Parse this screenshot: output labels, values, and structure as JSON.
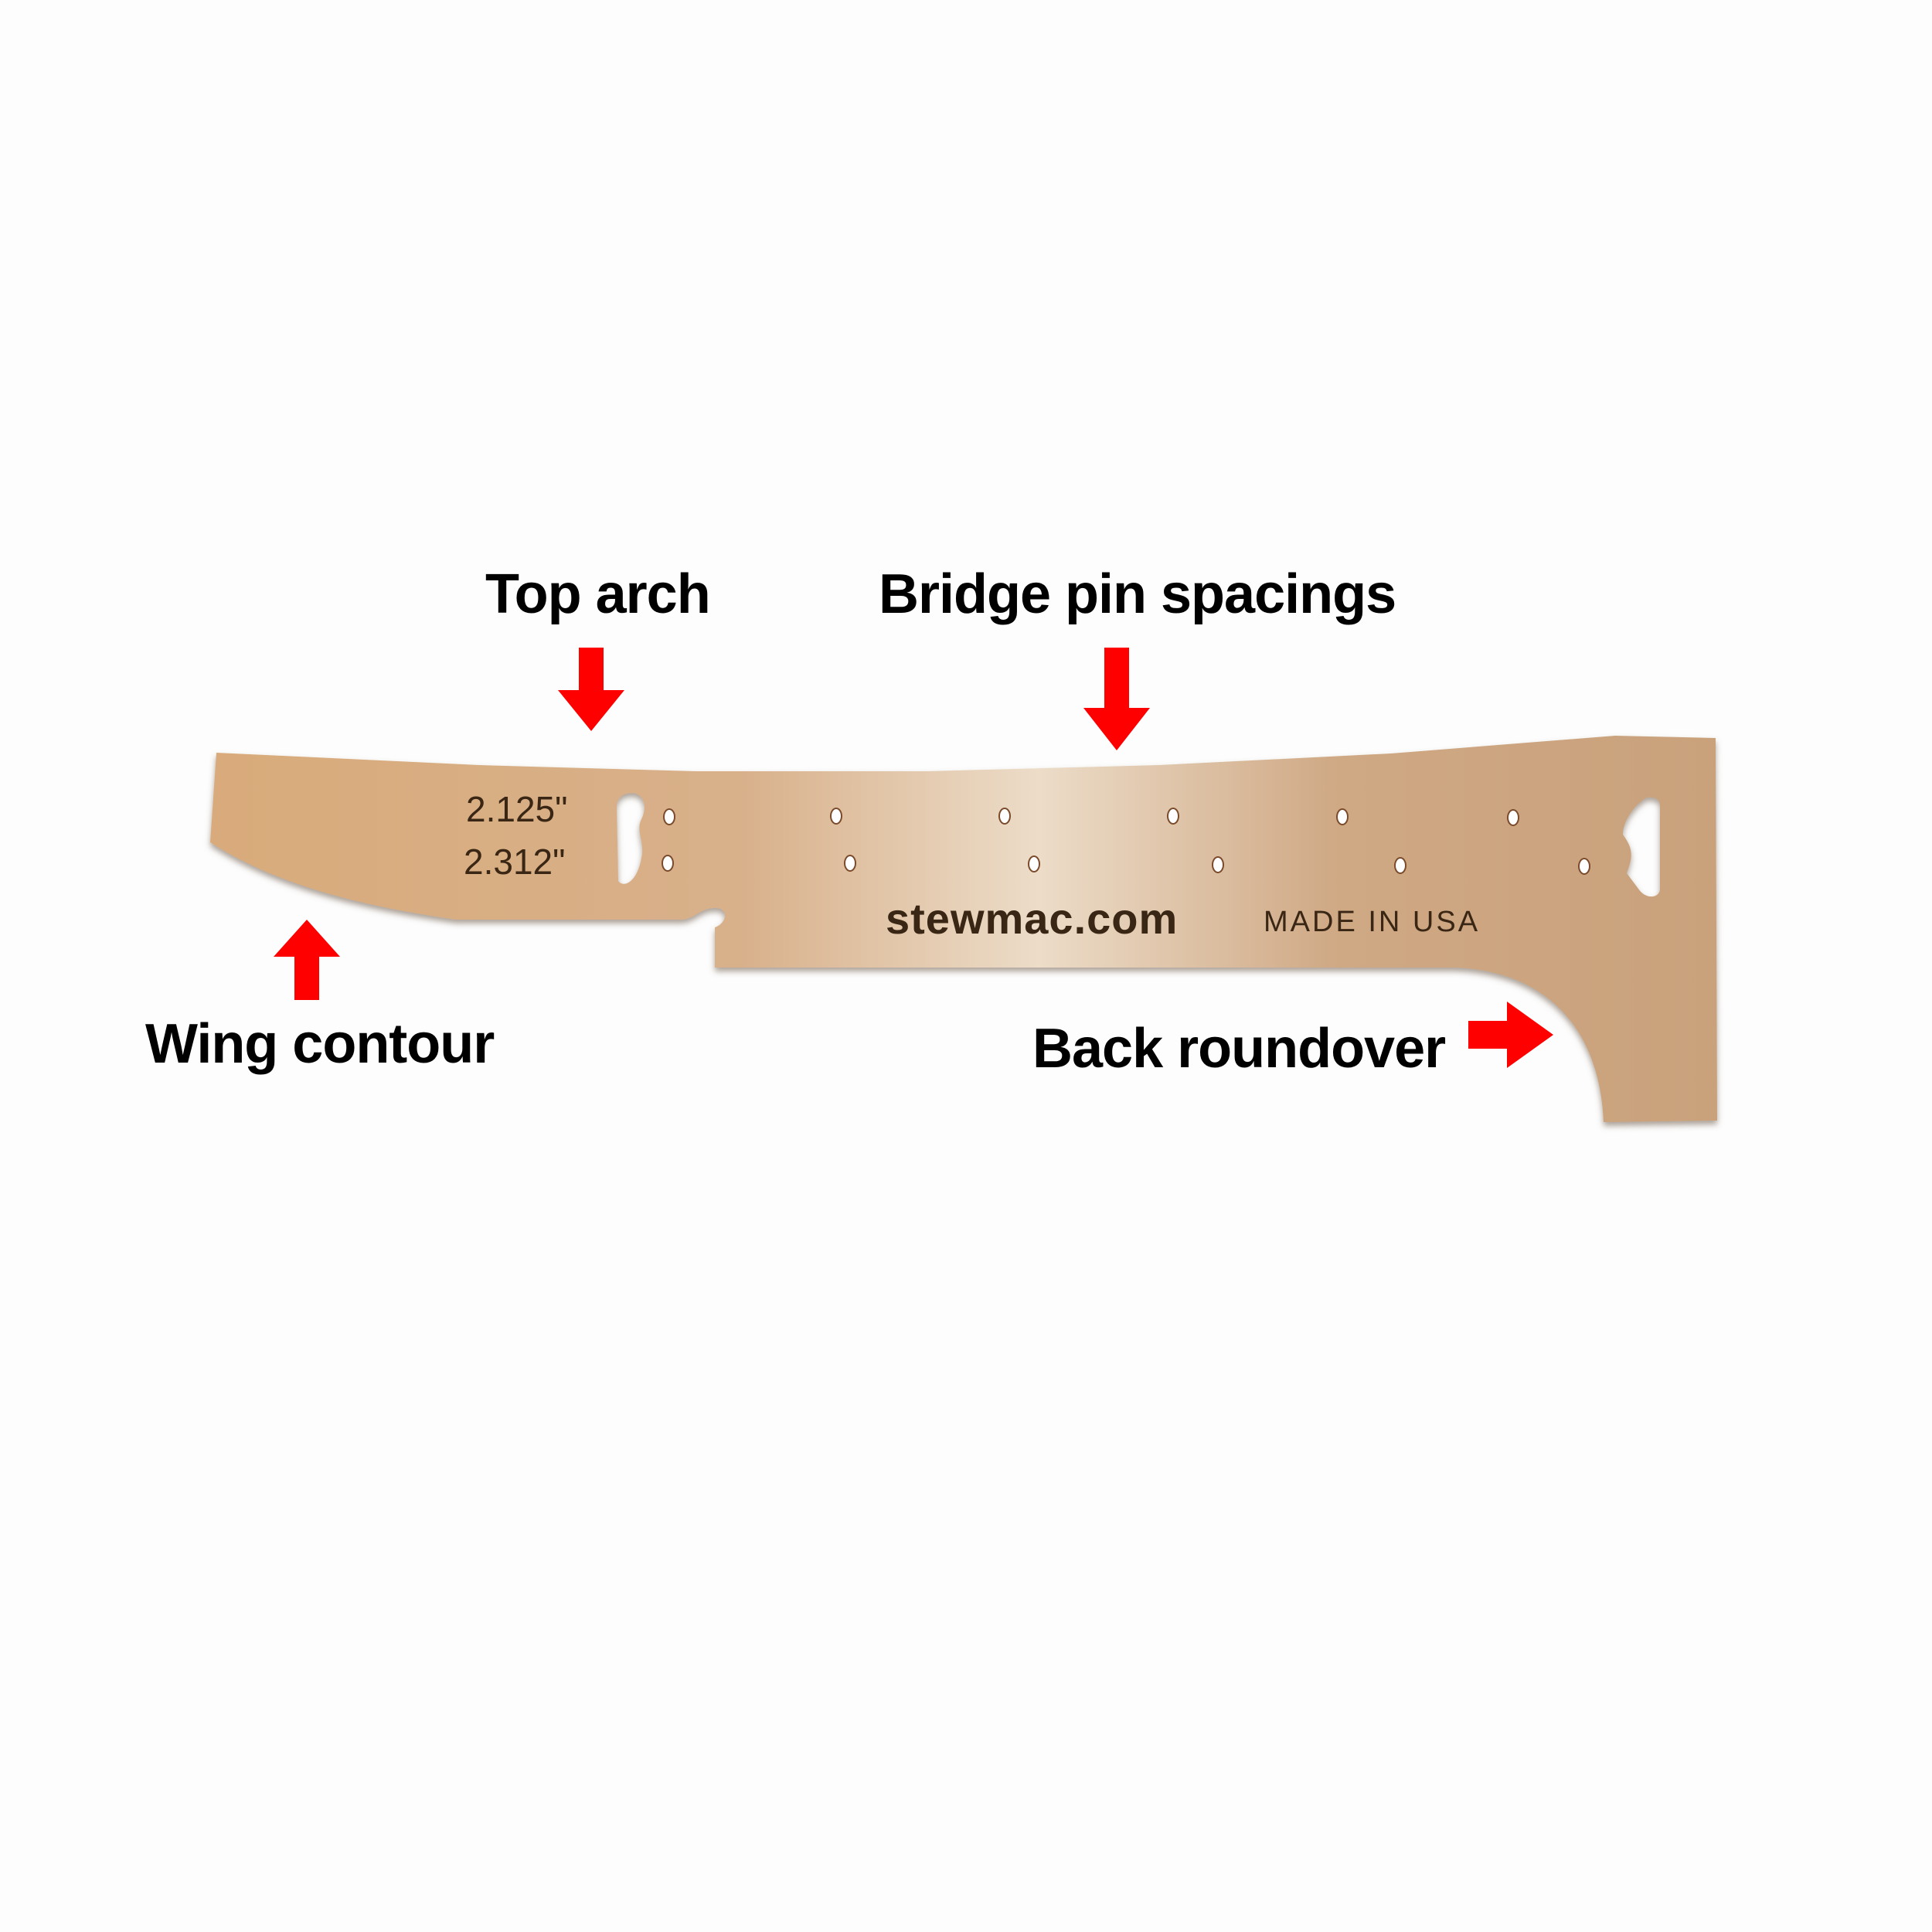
{
  "callouts": {
    "top_arch": "Top arch",
    "bridge_pin_spacings": "Bridge pin spacings",
    "wing_contour": "Wing contour",
    "back_roundover": "Back roundover"
  },
  "template": {
    "measurements": [
      "2.125\"",
      "2.312\""
    ],
    "brand": "stewmac.com",
    "origin": "MADE IN USA"
  },
  "colors": {
    "arrow": "#ff0000",
    "template_wood": "#d2a878",
    "template_highlight": "#ebd9c4",
    "engraving": "#3a2614"
  },
  "icons": [
    "arrow-down-icon",
    "arrow-down-icon",
    "arrow-up-icon",
    "arrow-right-icon"
  ]
}
